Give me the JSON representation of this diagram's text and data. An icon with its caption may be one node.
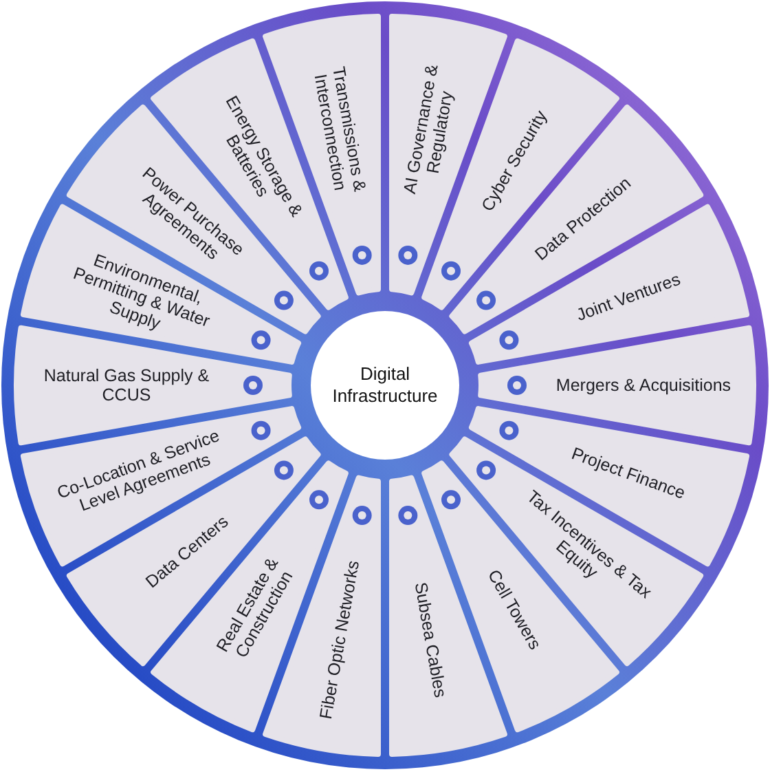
{
  "diagram": {
    "nodes": [
      {
        "text": [
          "Digital Infrastructure"
        ]
      },
      {
        "text": [
          "Transmissions & Interconnection"
        ]
      },
      {
        "text": [
          "AI Governance & Regulatory"
        ]
      },
      {
        "text": [
          "Cyber Security"
        ]
      },
      {
        "text": [
          "Data Protection"
        ]
      },
      {
        "text": [
          "Joint Ventures"
        ]
      },
      {
        "text": [
          "Mergers & Acquisitions"
        ]
      },
      {
        "text": [
          "Project Finance"
        ]
      },
      {
        "text": [
          "Tax Incentives & Tax Equity"
        ]
      },
      {
        "text": [
          "Cell Towers"
        ]
      },
      {
        "text": [
          "Subsea Cables"
        ]
      },
      {
        "text": [
          "Fiber Optic Networks"
        ]
      },
      {
        "text": [
          "Real Estate & Construction"
        ]
      },
      {
        "text": [
          "Data Centers"
        ]
      },
      {
        "text": [
          "Co-Location & Service Level Agreements"
        ]
      },
      {
        "text": [
          "Natural Gas Supply & CCUS"
        ]
      },
      {
        "text": [
          "Environmental, Permitting & Water Supply"
        ]
      },
      {
        "text": [
          "Power Purchase Agreements"
        ]
      },
      {
        "text": [
          "Energy Storage & Batteries"
        ]
      }
    ]
  }
}
